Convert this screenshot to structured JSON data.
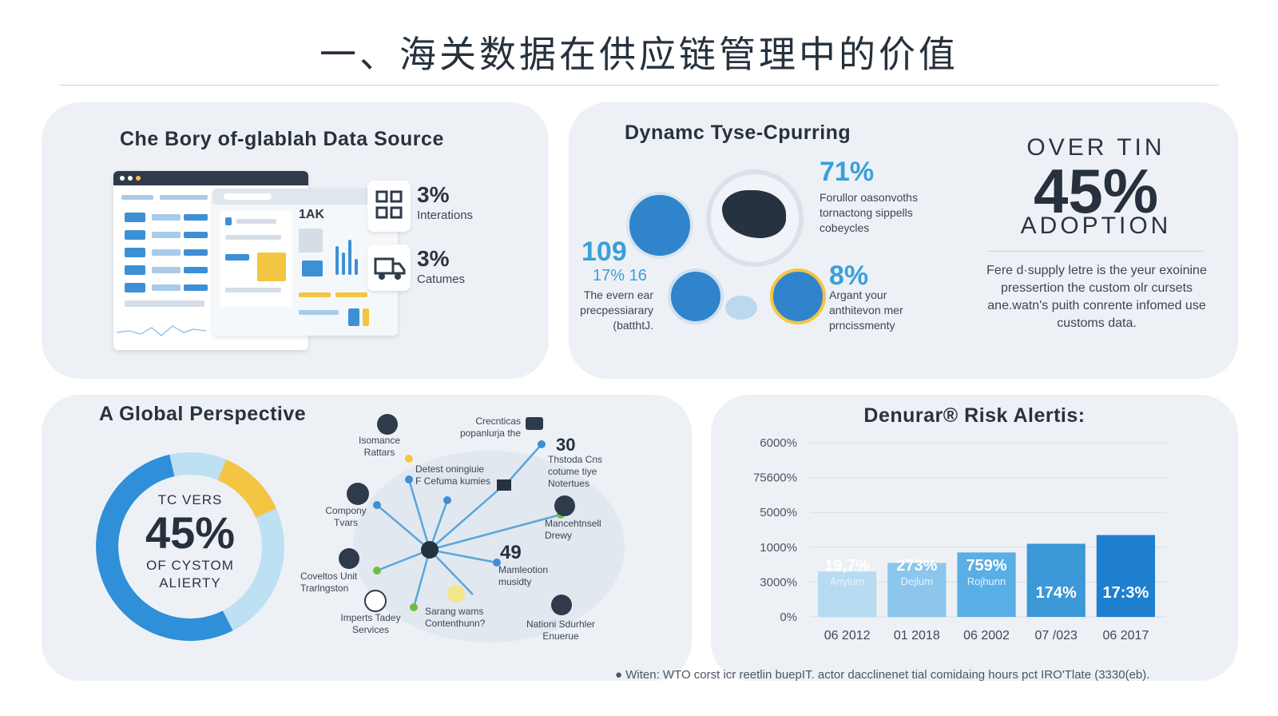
{
  "page": {
    "title": "一、海关数据在供应链管理中的价值",
    "footer_note": "● Witen: WTO corst icr reetlin buepIT. actor dacclinenet tial comidaing hours pct IRO'Tlate (3330(eb)."
  },
  "panel1": {
    "title": "Che Bory of-glablah Data Source",
    "cards": [
      {
        "value": "3%",
        "label": "Interations",
        "icon": "barcode-icon"
      },
      {
        "value": "3%",
        "label": "Catumes",
        "icon": "truck-icon"
      }
    ],
    "dash_text": "1AK"
  },
  "panel2": {
    "title": "Dynamc Tyse-Cpurring",
    "stats": [
      {
        "value": "71%",
        "text": [
          "Forullor oasonvoths",
          "tornactong sippells",
          "cobeycles"
        ]
      },
      {
        "value": "8%",
        "text": [
          "Argant your",
          "anthitevon mer",
          "prncissmenty"
        ]
      },
      {
        "value": "109",
        "sub": "17% 16",
        "text": [
          "The evern ear",
          "precpessiarary",
          "(batthtJ."
        ]
      }
    ],
    "headline_top": "OVER TIN",
    "headline_value": "45%",
    "headline_bottom": "ADOPTION",
    "paragraph": "Fere d·supply letre is the yeur exoinine pressertion the custom olr cursets ane.watn's puith conrente infomed use customs data."
  },
  "panel3": {
    "title": "A Global Perspective",
    "donut": {
      "top": "TC VERS",
      "value": "45%",
      "bottom1": "OF CYSTOM",
      "bottom2": "ALIERTY",
      "value_fraction": 0.45
    },
    "nodes": [
      {
        "label": [
          "Isomance",
          "Rattars"
        ],
        "icon": "person-icon"
      },
      {
        "label": [
          "Crecnticas",
          "popanlurja the"
        ],
        "icon": "card-icon"
      },
      {
        "label": [
          "Detest oningiuie",
          "F Cefuma kumies"
        ],
        "icon": ""
      },
      {
        "value": "30",
        "label": [
          "Thstoda Cns",
          "cotume tiye",
          "Notertues"
        ],
        "icon": "globe-icon"
      },
      {
        "label": [
          "Compony",
          "Tvars"
        ],
        "icon": "box-icon"
      },
      {
        "label": [
          "Mancehtnsell",
          "Drewy"
        ],
        "icon": "crate-icon"
      },
      {
        "value": "49",
        "label": [
          "Mamleotion",
          "musidty"
        ],
        "icon": ""
      },
      {
        "label": [
          "Coveltos Unit",
          "Trarlngston"
        ],
        "icon": "ship-icon"
      },
      {
        "label": [
          "Imperts Tadey",
          "Services"
        ],
        "icon": "globe-icon"
      },
      {
        "label": [
          "Sarang wams",
          "Contenthunn?"
        ],
        "icon": "lightbulb-icon"
      },
      {
        "label": [
          "Nationi Sdurhler",
          "Enuerue"
        ],
        "icon": "person-icon"
      }
    ]
  },
  "chart_data": {
    "type": "bar",
    "title": "Denurar® Risk Alertis:",
    "y_tick_labels": [
      "0%",
      "3000%",
      "1000%",
      "5000%",
      "75600%",
      "6000%"
    ],
    "categories": [
      "06 2012",
      "01 2018",
      "06 2002",
      "07 /023",
      "06 2017"
    ],
    "values": [
      1.3,
      1.55,
      1.85,
      2.1,
      2.35
    ],
    "y_range": [
      0,
      5
    ],
    "bar_labels": [
      "19,7%",
      "273%",
      "759%",
      "174%",
      "17:3%"
    ],
    "bar_sublabels": [
      "Anylum",
      "Dejlum",
      "Rojhunn",
      "",
      ""
    ],
    "colors": [
      "#b7dbf1",
      "#8cc6ec",
      "#5aaee6",
      "#3c98d6",
      "#1f7fcf"
    ],
    "grid": true,
    "legend": "none"
  }
}
